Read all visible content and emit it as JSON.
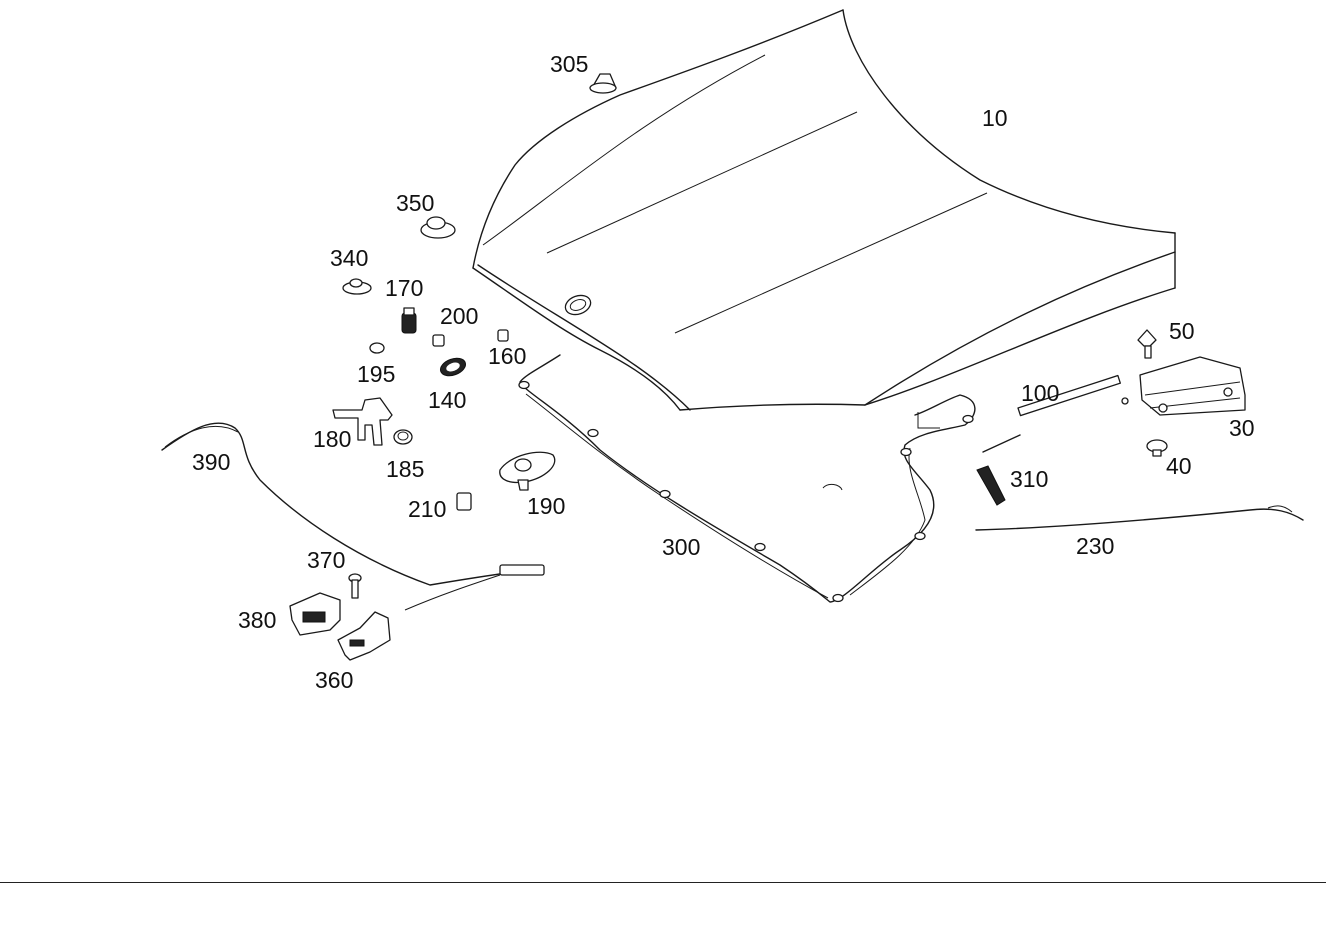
{
  "diagram": {
    "labels": {
      "p10": "10",
      "p30": "30",
      "p40": "40",
      "p50": "50",
      "p100": "100",
      "p140": "140",
      "p160": "160",
      "p170": "170",
      "p180": "180",
      "p185": "185",
      "p190": "190",
      "p195": "195",
      "p200": "200",
      "p210": "210",
      "p230": "230",
      "p300": "300",
      "p305": "305",
      "p310": "310",
      "p340": "340",
      "p350": "350",
      "p360": "360",
      "p370": "370",
      "p380": "380",
      "p390": "390"
    }
  }
}
